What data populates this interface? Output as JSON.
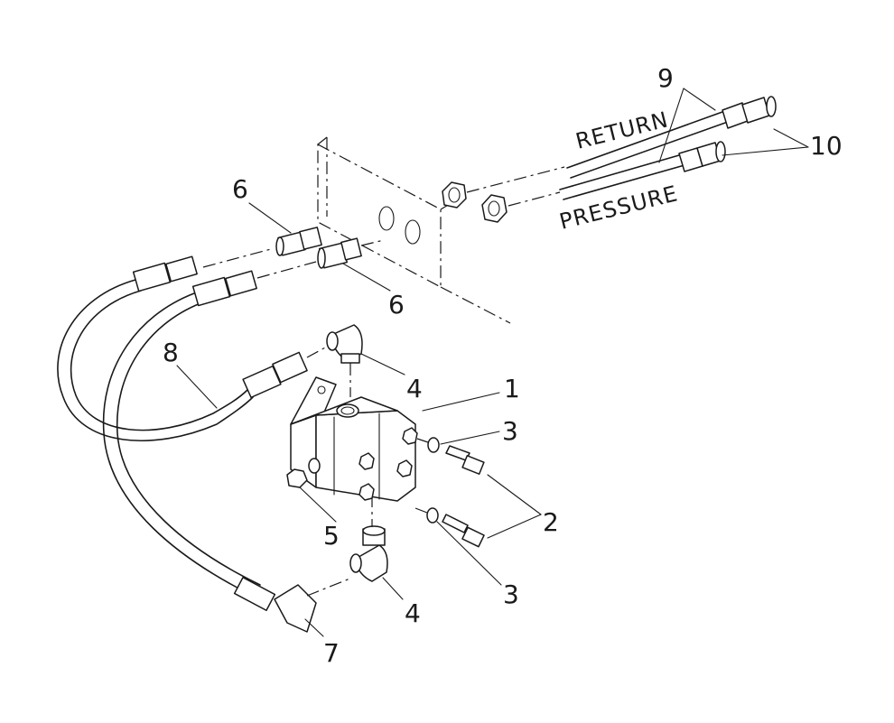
{
  "callouts": {
    "c1": "1",
    "c2": "2",
    "c3a": "3",
    "c3b": "3",
    "c4a": "4",
    "c4b": "4",
    "c5": "5",
    "c6a": "6",
    "c6b": "6",
    "c7": "7",
    "c8": "8",
    "c9": "9",
    "c10": "10"
  },
  "line_labels": {
    "return": "RETURN",
    "pressure": "PRESSURE"
  }
}
